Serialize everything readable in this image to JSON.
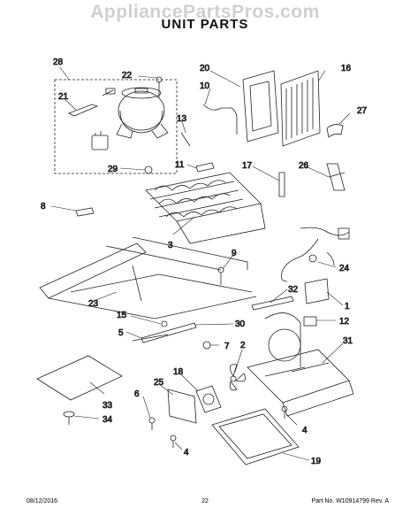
{
  "watermark": "AppliancePartsPros.com",
  "title": "UNIT PARTS",
  "footer": {
    "date": "08/12/2016",
    "page": "22",
    "part_rev": "Part No. W10914799  Rev. A"
  },
  "callouts": [
    "28",
    "22",
    "21",
    "20",
    "10",
    "16",
    "13",
    "27",
    "29",
    "11",
    "17",
    "26",
    "8",
    "3",
    "9",
    "24",
    "23",
    "32",
    "1",
    "15",
    "30",
    "12",
    "5",
    "7",
    "2",
    "31",
    "18",
    "25",
    "6",
    "33",
    "34",
    "4",
    "4",
    "19"
  ]
}
